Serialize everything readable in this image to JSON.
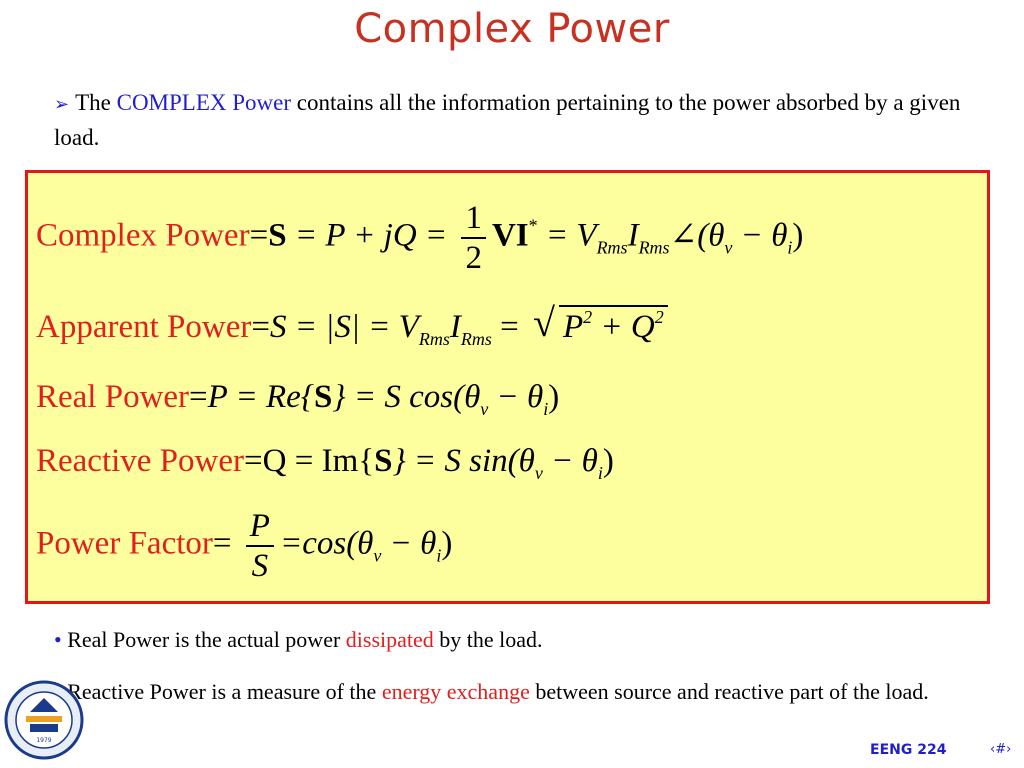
{
  "title": "Complex Power",
  "intro": {
    "prefix": "The",
    "highlight": "COMPLEX Power",
    "rest": "contains all the information pertaining to the power absorbed by a given load."
  },
  "formulas": {
    "complex": {
      "label": "Complex Power",
      "bold_s": "S",
      "expr1": "= P + jQ =",
      "frac_num": "1",
      "frac_den": "2",
      "vi": "VI",
      "star": "*",
      "expr2": "= V",
      "rms1": "Rms",
      "i": "I",
      "rms2": "Rms",
      "expr3": "∠(θ",
      "v": "v",
      "minus_theta": " − θ",
      "isub": "i",
      "close": ")"
    },
    "apparent": {
      "label": "Apparent Power",
      "s": "S",
      "abs": "= |S| = V",
      "rms1": "Rms",
      "i": "I",
      "rms2": "Rms",
      "eq": "=",
      "p": "P",
      "two1": "2",
      "plus_q": " + Q",
      "two2": "2"
    },
    "real": {
      "label": "Real Power",
      "expr1": "P = Re{",
      "s_bold": "S",
      "expr2": "} = S cos(θ",
      "v": "v",
      "minus_theta": " − θ",
      "isub": "i",
      "close": ")"
    },
    "reactive": {
      "label": "Reactive Power",
      "expr1": "Q = Im{",
      "s_bold": "S",
      "expr2": "} = S sin(θ",
      "v": "v",
      "minus_theta": " − θ",
      "isub": "i",
      "close": ")"
    },
    "pf": {
      "label": "Power Factor",
      "num": "P",
      "den": "S",
      "expr": "=cos(θ",
      "v": "v",
      "minus_theta": " − θ",
      "isub": "i",
      "close": ")"
    }
  },
  "bullets": {
    "b1_pre": "Real Power is the actual power",
    "b1_hl": "dissipated",
    "b1_post": "by the load.",
    "b2_pre": "Reactive Power is a measure of the",
    "b2_hl": "energy exchange",
    "b2_post": "between source and reactive part of the load."
  },
  "footer": {
    "course": "EENG 224",
    "page": "‹#›"
  },
  "logo": {
    "year": "1979"
  },
  "colors": {
    "title": "#c8311f",
    "label": "#e0201f",
    "accent_blue": "#1f1fd0",
    "box_fill": "#fdfe9d",
    "box_border": "#e2171a"
  }
}
